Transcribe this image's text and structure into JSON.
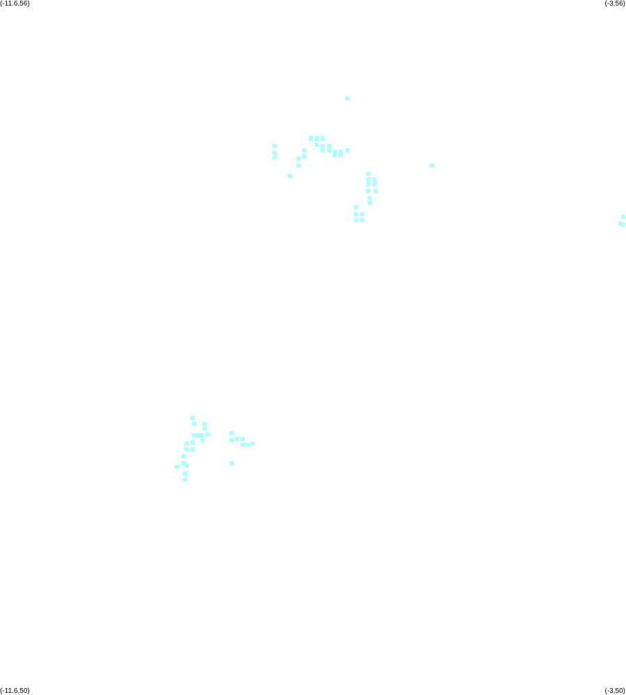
{
  "map": {
    "corners": {
      "top_left": "(-11.6,56)",
      "top_right": "(-3,56)",
      "bottom_left": "(-11.6,50)",
      "bottom_right": "(-3,50)"
    },
    "bounds": {
      "lon_min": -11.6,
      "lon_max": -3,
      "lat_min": 50,
      "lat_max": 56
    },
    "marker_color": "#aaffff",
    "marker_shape": "square",
    "points": [
      [
        -6.83,
        55.15
      ],
      [
        -7.33,
        54.81
      ],
      [
        -7.33,
        54.8
      ],
      [
        -7.25,
        54.81
      ],
      [
        -7.25,
        54.8
      ],
      [
        -7.17,
        54.81
      ],
      [
        -7.17,
        54.8
      ],
      [
        -7.25,
        54.75
      ],
      [
        -7.17,
        54.74
      ],
      [
        -7.17,
        54.7
      ],
      [
        -7.08,
        54.74
      ],
      [
        -7.08,
        54.7
      ],
      [
        -7.0,
        54.69
      ],
      [
        -7.0,
        54.66
      ],
      [
        -6.92,
        54.69
      ],
      [
        -6.92,
        54.66
      ],
      [
        -6.83,
        54.7
      ],
      [
        -7.83,
        54.74
      ],
      [
        -7.83,
        54.68
      ],
      [
        -7.83,
        54.64
      ],
      [
        -7.42,
        54.7
      ],
      [
        -7.42,
        54.65
      ],
      [
        -7.5,
        54.63
      ],
      [
        -7.5,
        54.57
      ],
      [
        -7.62,
        54.48
      ],
      [
        -5.67,
        54.57
      ],
      [
        -6.54,
        54.5
      ],
      [
        -6.54,
        54.45
      ],
      [
        -6.46,
        54.45
      ],
      [
        -6.54,
        54.41
      ],
      [
        -6.46,
        54.41
      ],
      [
        -6.54,
        54.35
      ],
      [
        -6.44,
        54.35
      ],
      [
        -6.52,
        54.29
      ],
      [
        -6.52,
        54.25
      ],
      [
        -6.71,
        54.21
      ],
      [
        -6.71,
        54.15
      ],
      [
        -6.63,
        54.15
      ],
      [
        -6.71,
        54.1
      ],
      [
        -6.63,
        54.1
      ],
      [
        -3.04,
        54.13
      ],
      [
        -3.08,
        54.07
      ],
      [
        -3.04,
        54.06
      ],
      [
        -8.96,
        52.39
      ],
      [
        -8.94,
        52.34
      ],
      [
        -8.79,
        52.34
      ],
      [
        -8.79,
        52.3
      ],
      [
        -8.75,
        52.25
      ],
      [
        -8.83,
        52.24
      ],
      [
        -8.88,
        52.24
      ],
      [
        -8.94,
        52.24
      ],
      [
        -8.96,
        52.18
      ],
      [
        -9.04,
        52.17
      ],
      [
        -8.96,
        52.12
      ],
      [
        -9.04,
        52.12
      ],
      [
        -8.82,
        52.2
      ],
      [
        -9.08,
        52.06
      ],
      [
        -9.08,
        52.0
      ],
      [
        -9.17,
        51.97
      ],
      [
        -9.04,
        51.98
      ],
      [
        -9.06,
        51.91
      ],
      [
        -9.06,
        51.86
      ],
      [
        -8.42,
        52.26
      ],
      [
        -8.42,
        52.2
      ],
      [
        -8.35,
        52.21
      ],
      [
        -8.27,
        52.21
      ],
      [
        -8.27,
        52.16
      ],
      [
        -8.2,
        52.16
      ],
      [
        -8.13,
        52.17
      ],
      [
        -8.42,
        52.0
      ]
    ]
  }
}
